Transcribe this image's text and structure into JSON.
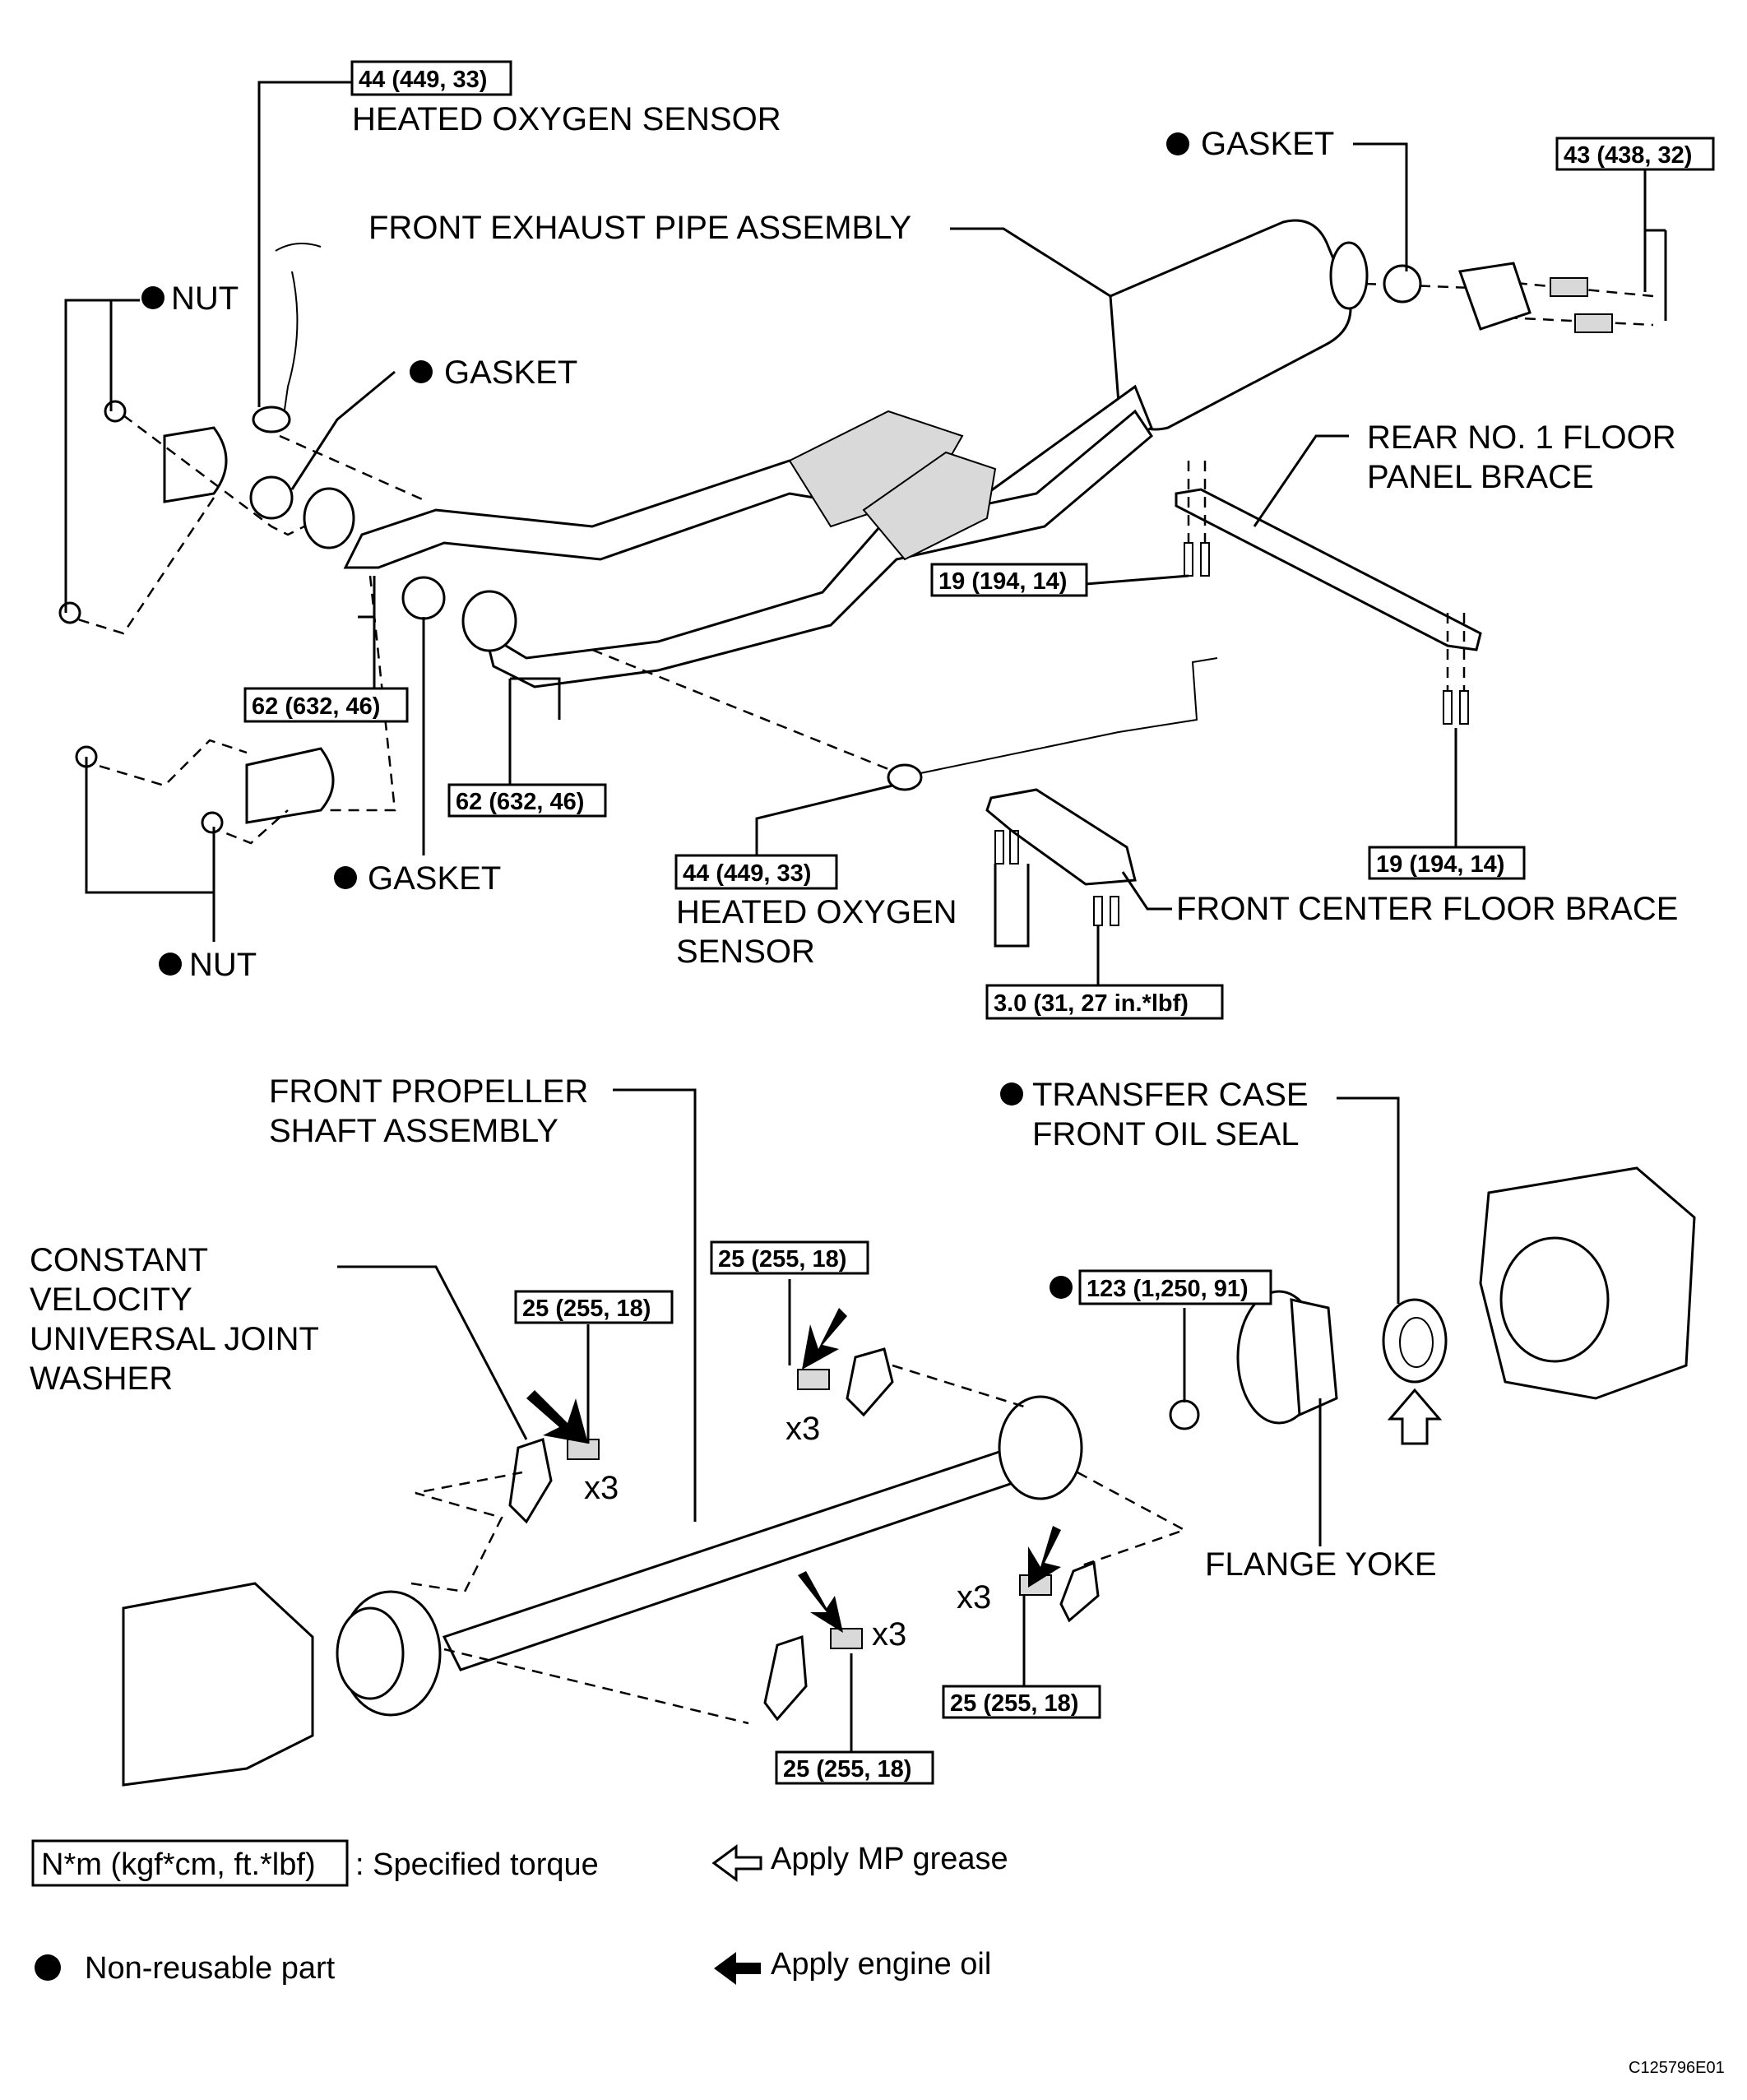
{
  "labels": {
    "heated_oxygen_sensor_top": "HEATED OXYGEN SENSOR",
    "front_exhaust_pipe_assembly": "FRONT EXHAUST PIPE ASSEMBLY",
    "gasket": "GASKET",
    "nut": "NUT",
    "rear_no1_floor_panel_brace_line1": "REAR NO. 1 FLOOR",
    "rear_no1_floor_panel_brace_line2": "PANEL BRACE",
    "heated_oxygen_line1": "HEATED OXYGEN",
    "heated_oxygen_line2": "SENSOR",
    "front_center_floor_brace": "FRONT CENTER FLOOR BRACE",
    "front_propeller_line1": "FRONT PROPELLER",
    "front_propeller_line2": "SHAFT ASSEMBLY",
    "transfer_case_line1": "TRANSFER CASE",
    "transfer_case_line2": "FRONT OIL SEAL",
    "cv_line1": "CONSTANT",
    "cv_line2": "VELOCITY",
    "cv_line3": "UNIVERSAL JOINT",
    "cv_line4": "WASHER",
    "flange_yoke": "FLANGE YOKE",
    "x3": "x3"
  },
  "torques": {
    "hos_top": "44 (449, 33)",
    "muffler_bolts": "43 (438, 32)",
    "brace_left": "19 (194, 14)",
    "brace_right": "19 (194, 14)",
    "flange_left": "62 (632, 46)",
    "flange_right": "62 (632, 46)",
    "hos_mid": "44 (449, 33)",
    "center_brace": "3.0 (31, 27 in.*lbf)",
    "cv_left": "25 (255, 18)",
    "cv_top": "25 (255, 18)",
    "yoke_nut": "123 (1,250, 91)",
    "cv_right": "25 (255, 18)",
    "cv_bottom": "25 (255, 18)"
  },
  "legend": {
    "torque_box": "N*m (kgf*cm, ft.*lbf)",
    "torque_text": ": Specified torque",
    "non_reusable": "Non-reusable part",
    "mp_grease": "Apply MP grease",
    "engine_oil": "Apply engine oil"
  },
  "figure_code": "C125796E01"
}
